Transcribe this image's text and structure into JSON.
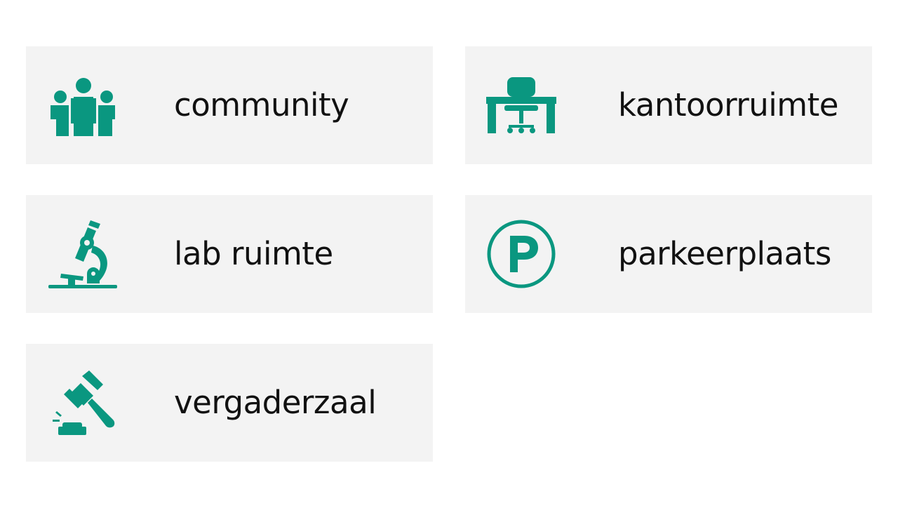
{
  "accent_color": "#0a9780",
  "items": [
    {
      "label": "community",
      "icon": "people-group-icon"
    },
    {
      "label": "kantoorruimte",
      "icon": "desk-chair-icon"
    },
    {
      "label": "lab ruimte",
      "icon": "microscope-icon"
    },
    {
      "label": "parkeerplaats",
      "icon": "parking-icon"
    },
    {
      "label": "vergaderzaal",
      "icon": "gavel-icon"
    }
  ]
}
